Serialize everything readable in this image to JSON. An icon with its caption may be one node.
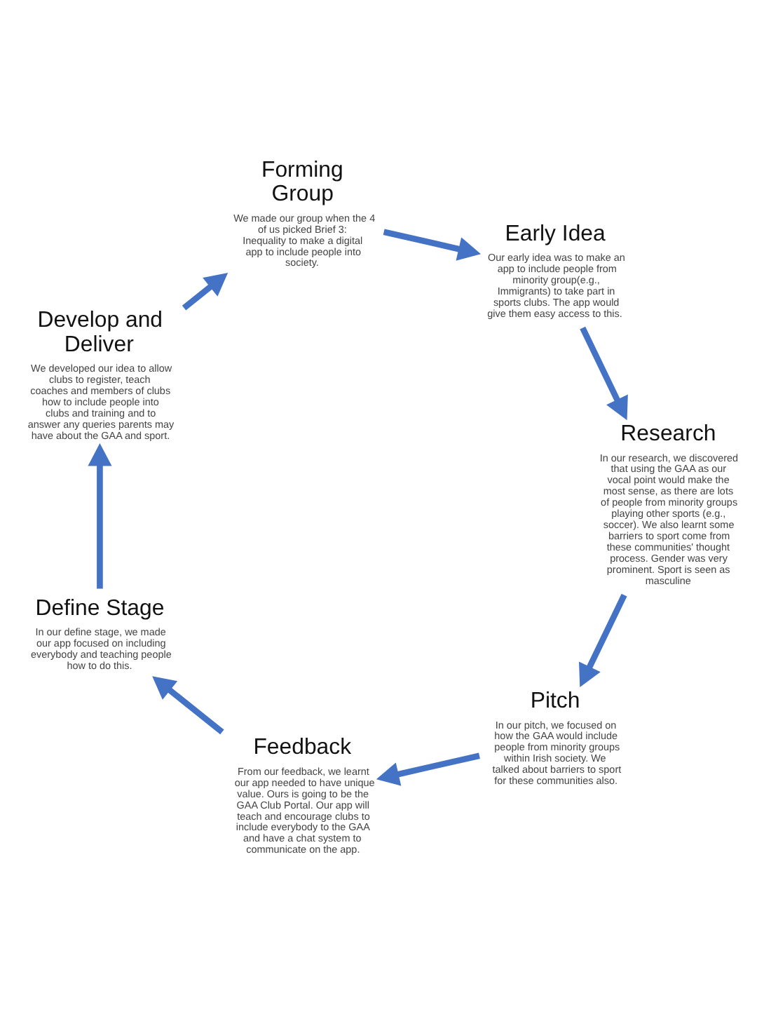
{
  "diagram": {
    "nodes": [
      {
        "text": [
          "Develop and Deliver"
        ],
        "beside": [
          "We developed our idea to allow clubs to register, teach coaches and members of clubs how to include people into clubs and training and to answer any queries parents may have about the GAA and sport."
        ]
      },
      {
        "text": [
          "Forming Group"
        ],
        "beside": [
          "We made our group when the 4 of us picked Brief 3: Inequality to make a digital app to include people into society."
        ]
      },
      {
        "text": [
          "Define Stage"
        ],
        "beside": [
          "In our define stage, we made our app focused on including everybody and teaching people how to do this."
        ]
      },
      {
        "text": [
          "Early Idea"
        ],
        "beside": [
          "Our early idea was to make an app to include people from minority group(e.g., Immigrants) to take part in sports clubs. The app would give them easy access to this."
        ]
      },
      {
        "text": [
          "Feedback"
        ],
        "beside": [
          "From our feedback, we learnt our app needed to have unique value. Ours is going to be the GAA Club Portal. Our app will teach and encourage clubs to include everybody to the GAA and have a chat system to communicate on the app."
        ]
      },
      {
        "text": [
          "Research"
        ],
        "beside": [
          "In our research, we discovered that using the GAA as our vocal point would make the most sense, as there are lots of people from minority groups playing other sports (e.g., soccer). We also learnt some barriers to sport come from these communities' thought process. Gender was very prominent. Sport is seen as masculine"
        ]
      },
      {
        "text": [
          "Pitch"
        ],
        "beside": [
          "In our pitch, we focused on how the GAA would include people from minority groups within Irish society. We talked about barriers to sport for these communities also."
        ]
      }
    ],
    "edges": [
      {
        "from": 1,
        "to": 3,
        "arrow": "to"
      },
      {
        "from": 3,
        "to": 5,
        "arrow": "to"
      },
      {
        "from": 5,
        "to": 6,
        "arrow": "to"
      },
      {
        "from": 6,
        "to": 4,
        "arrow": "to"
      },
      {
        "from": 4,
        "to": 2,
        "arrow": "to"
      },
      {
        "from": 2,
        "to": 0,
        "arrow": "to"
      },
      {
        "from": 0,
        "to": 1,
        "arrow": "to"
      }
    ]
  }
}
